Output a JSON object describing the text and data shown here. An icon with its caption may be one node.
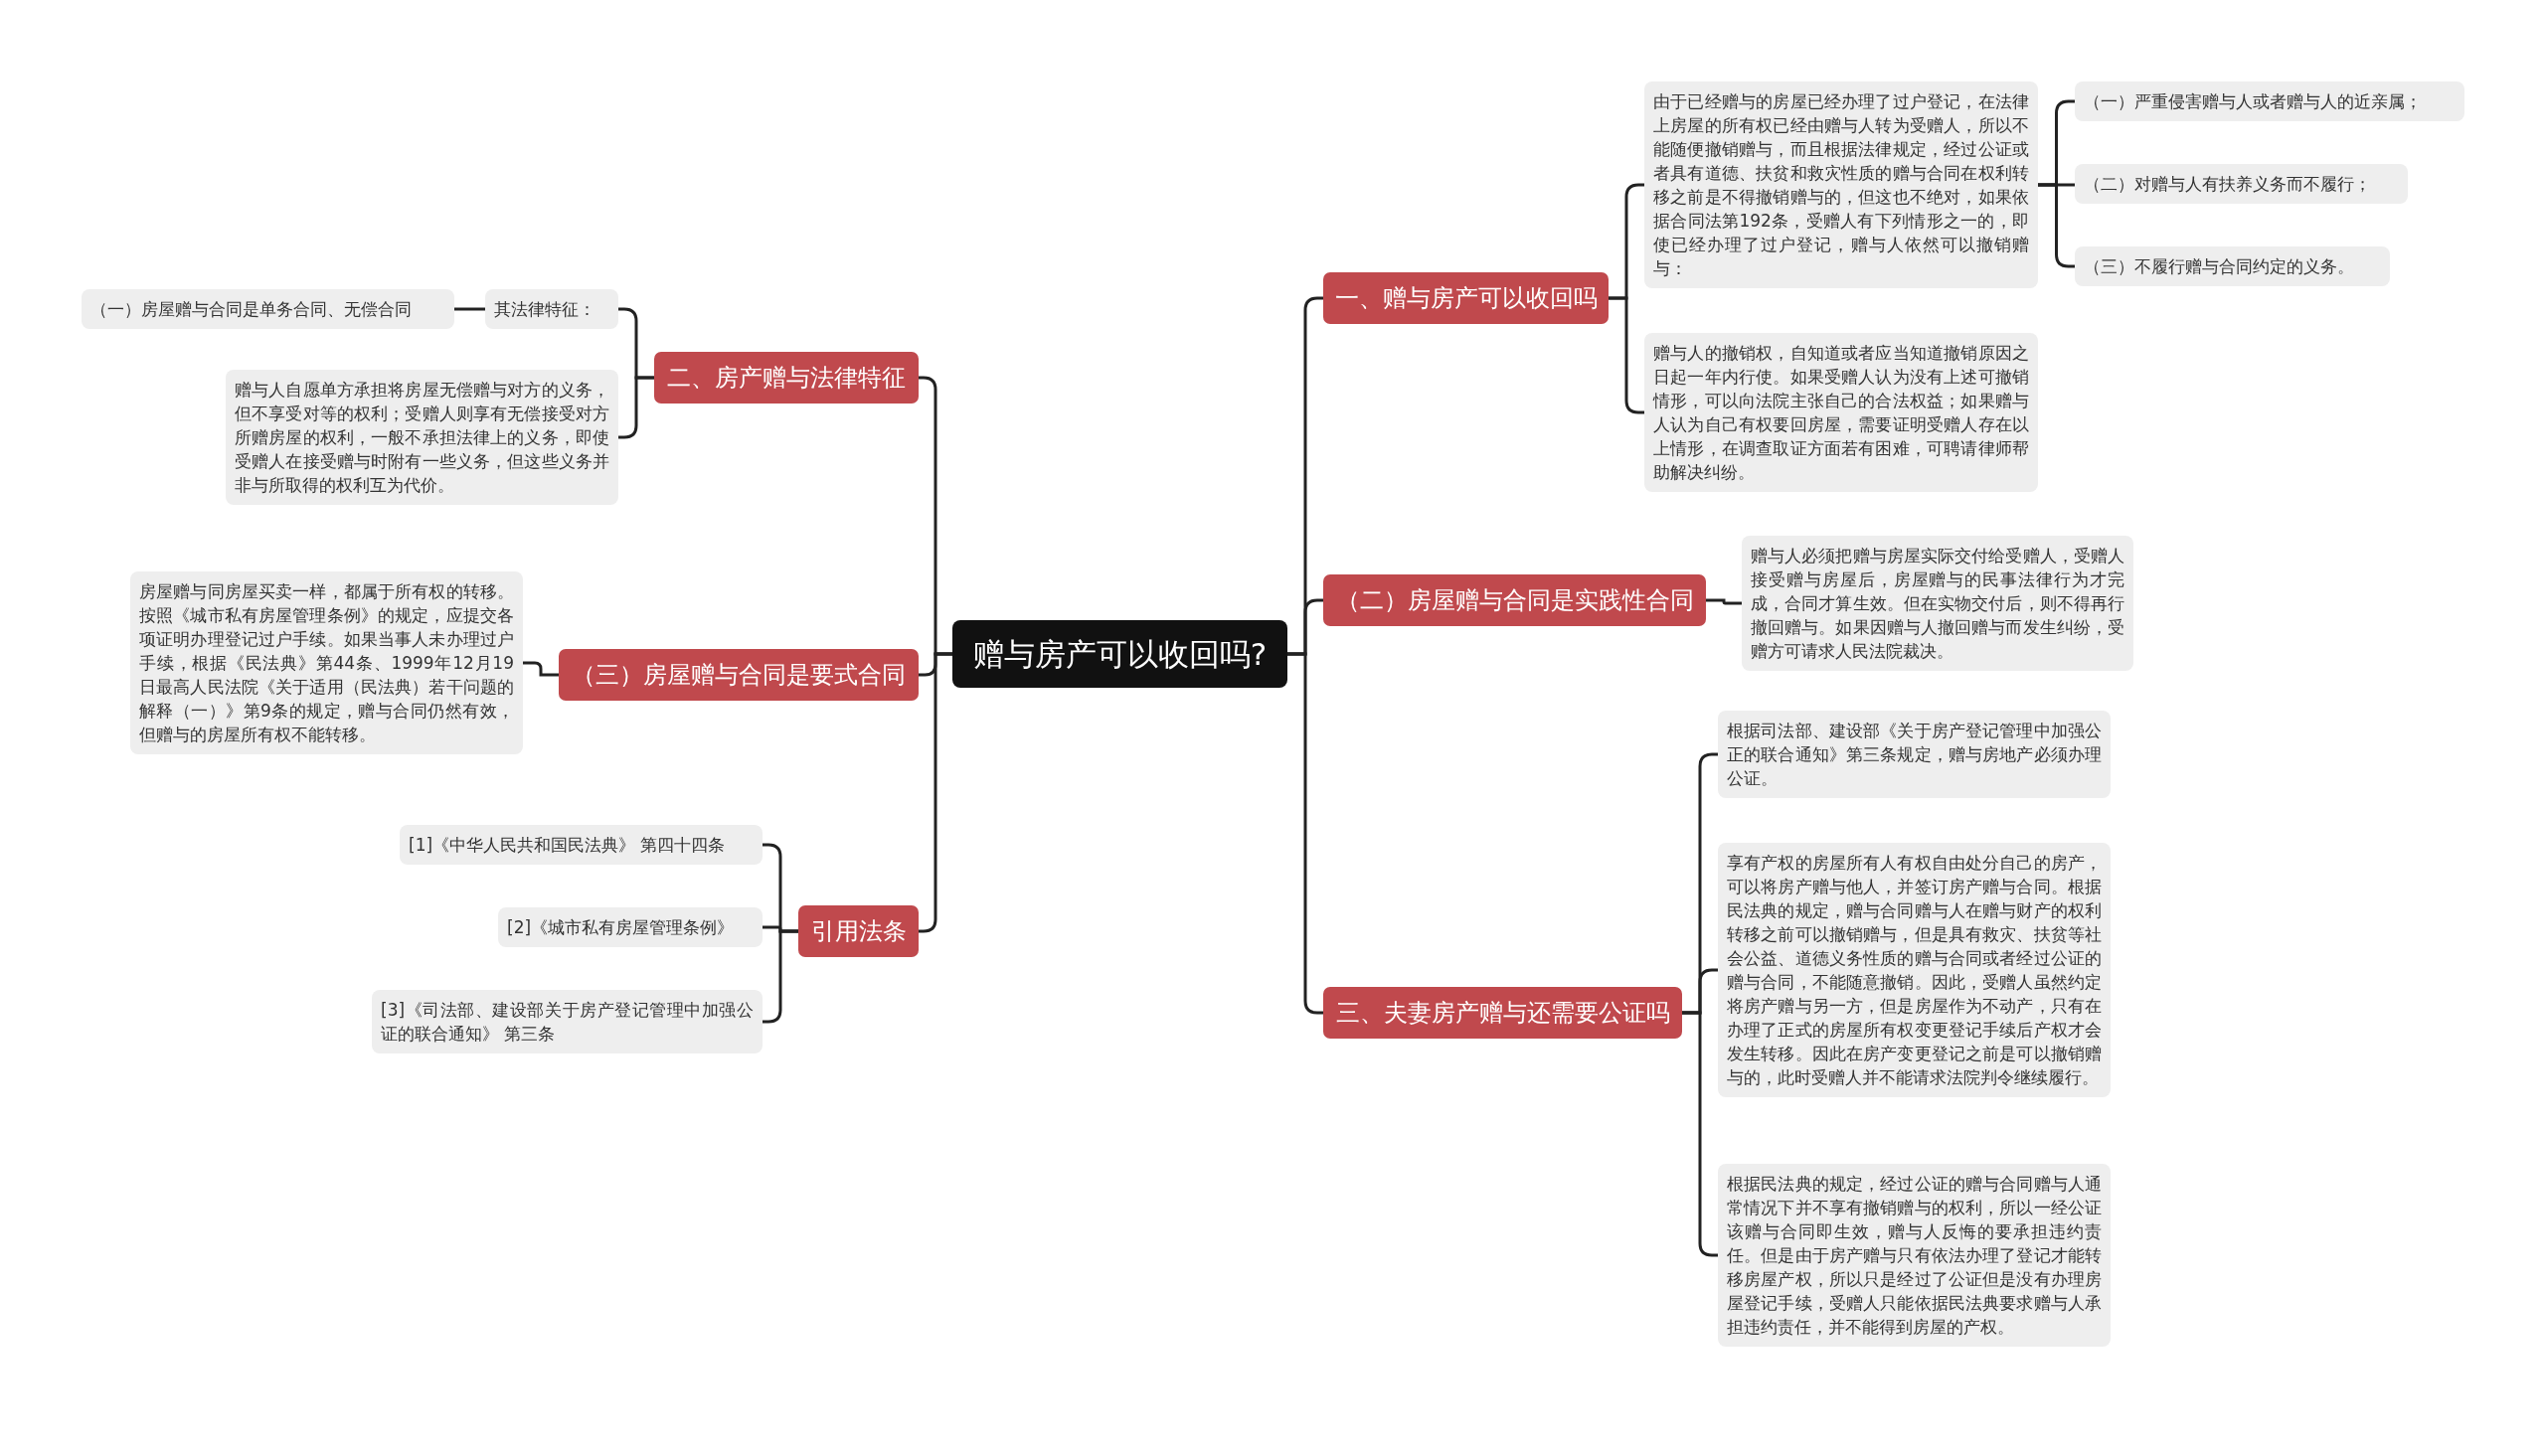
{
  "diagram": {
    "nodes": [
      {
        "text": [
          "赠与房产可以收回吗?"
        ]
      },
      {
        "text": [
          "一、赠与房产可以收回吗"
        ]
      },
      {
        "text": [
          "由于已经赠与的房屋已经办理了过户登记，在法律上房屋的所有权已经由赠与人转为受赠人，所以不能随便撤销赠与，而且根据法律规定，经过公证或者具有道德、扶贫和救灾性质的赠与合同在权利转移之前是不得撤销赠与的，但这也不绝对，如果依据合同法第192条，受赠人有下列情形之一的，即使已经办理了过户登记，赠与人依然可以撤销赠与："
        ]
      },
      {
        "text": [
          "（一）严重侵害赠与人或者赠与人的近亲属；"
        ]
      },
      {
        "text": [
          "（二）对赠与人有扶养义务而不履行；"
        ]
      },
      {
        "text": [
          "（三）不履行赠与合同约定的义务。"
        ]
      },
      {
        "text": [
          "赠与人的撤销权，自知道或者应当知道撤销原因之日起一年内行使。如果受赠人认为没有上述可撤销情形，可以向法院主张自己的合法权益；如果赠与人认为自己有权要回房屋，需要证明受赠人存在以上情形，在调查取证方面若有困难，可聘请律师帮助解决纠纷。"
        ]
      },
      {
        "text": [
          "（二）房屋赠与合同是实践性合同"
        ]
      },
      {
        "text": [
          "赠与人必须把赠与房屋实际交付给受赠人，受赠人接受赠与房屋后，房屋赠与的民事法律行为才完成，合同才算生效。但在实物交付后，则不得再行撤回赠与。如果因赠与人撤回赠与而发生纠纷，受赠方可请求人民法院裁决。"
        ]
      },
      {
        "text": [
          "三、夫妻房产赠与还需要公证吗"
        ]
      },
      {
        "text": [
          "根据司法部、建设部《关于房产登记管理中加强公正的联合通知》第三条规定，赠与房地产必须办理公证。"
        ]
      },
      {
        "text": [
          "享有产权的房屋所有人有权自由处分自己的房产，可以将房产赠与他人，并签订房产赠与合同。根据民法典的规定，赠与合同赠与人在赠与财产的权利转移之前可以撤销赠与，但是具有救灾、扶贫等社会公益、道德义务性质的赠与合同或者经过公证的赠与合同，不能随意撤销。因此，受赠人虽然约定将房产赠与另一方，但是房屋作为不动产，只有在办理了正式的房屋所有权变更登记手续后产权才会发生转移。因此在房产变更登记之前是可以撤销赠与的，此时受赠人并不能请求法院判令继续履行。"
        ]
      },
      {
        "text": [
          "根据民法典的规定，经过公证的赠与合同赠与人通常情况下并不享有撤销赠与的权利，所以一经公证该赠与合同即生效，赠与人反悔的要承担违约责任。但是由于房产赠与只有依法办理了登记才能转移房屋产权，所以只是经过了公证但是没有办理房屋登记手续，受赠人只能依据民法典要求赠与人承担违约责任，并不能得到房屋的产权。"
        ]
      },
      {
        "text": [
          "二、房产赠与法律特征"
        ]
      },
      {
        "text": [
          "其法律特征："
        ]
      },
      {
        "text": [
          "（一）房屋赠与合同是单务合同、无偿合同"
        ]
      },
      {
        "text": [
          "赠与人自愿单方承担将房屋无偿赠与对方的义务，但不享受对等的权利；受赠人则享有无偿接受对方所赠房屋的权利，一般不承担法律上的义务，即使受赠人在接受赠与时附有一些义务，但这些义务并非与所取得的权利互为代价。"
        ]
      },
      {
        "text": [
          "（三）房屋赠与合同是要式合同"
        ]
      },
      {
        "text": [
          "房屋赠与同房屋买卖一样，都属于所有权的转移。按照《城市私有房屋管理条例》的规定，应提交各项证明办理登记过户手续。如果当事人未办理过户手续，根据《民法典》第44条、1999年12月19日最高人民法院《关于适用（民法典）若干问题的解释（一）》第9条的规定，赠与合同仍然有效，但赠与的房屋所有权不能转移。"
        ]
      },
      {
        "text": [
          "引用法条"
        ]
      },
      {
        "text": [
          "[1]《中华人民共和国民法典》 第四十四条"
        ]
      },
      {
        "text": [
          "[2]《城市私有房屋管理条例》"
        ]
      },
      {
        "text": [
          "[3]《司法部、建设部关于房产登记管理中加强公证的联合通知》 第三条"
        ]
      }
    ],
    "edges": [
      {
        "from": 0,
        "to": 1,
        "arrow": "none"
      },
      {
        "from": 1,
        "to": 2,
        "arrow": "none"
      },
      {
        "from": 2,
        "to": 3,
        "arrow": "none"
      },
      {
        "from": 2,
        "to": 4,
        "arrow": "none"
      },
      {
        "from": 2,
        "to": 5,
        "arrow": "none"
      },
      {
        "from": 1,
        "to": 6,
        "arrow": "none"
      },
      {
        "from": 0,
        "to": 7,
        "arrow": "none"
      },
      {
        "from": 7,
        "to": 8,
        "arrow": "none"
      },
      {
        "from": 0,
        "to": 9,
        "arrow": "none"
      },
      {
        "from": 9,
        "to": 10,
        "arrow": "none"
      },
      {
        "from": 9,
        "to": 11,
        "arrow": "none"
      },
      {
        "from": 9,
        "to": 12,
        "arrow": "none"
      },
      {
        "from": 0,
        "to": 13,
        "arrow": "none"
      },
      {
        "from": 13,
        "to": 14,
        "arrow": "none"
      },
      {
        "from": 14,
        "to": 15,
        "arrow": "none"
      },
      {
        "from": 13,
        "to": 16,
        "arrow": "none"
      },
      {
        "from": 0,
        "to": 17,
        "arrow": "none"
      },
      {
        "from": 17,
        "to": 18,
        "arrow": "none"
      },
      {
        "from": 0,
        "to": 19,
        "arrow": "none"
      },
      {
        "from": 19,
        "to": 20,
        "arrow": "none"
      },
      {
        "from": 19,
        "to": 21,
        "arrow": "none"
      },
      {
        "from": 19,
        "to": 22,
        "arrow": "none"
      }
    ]
  }
}
